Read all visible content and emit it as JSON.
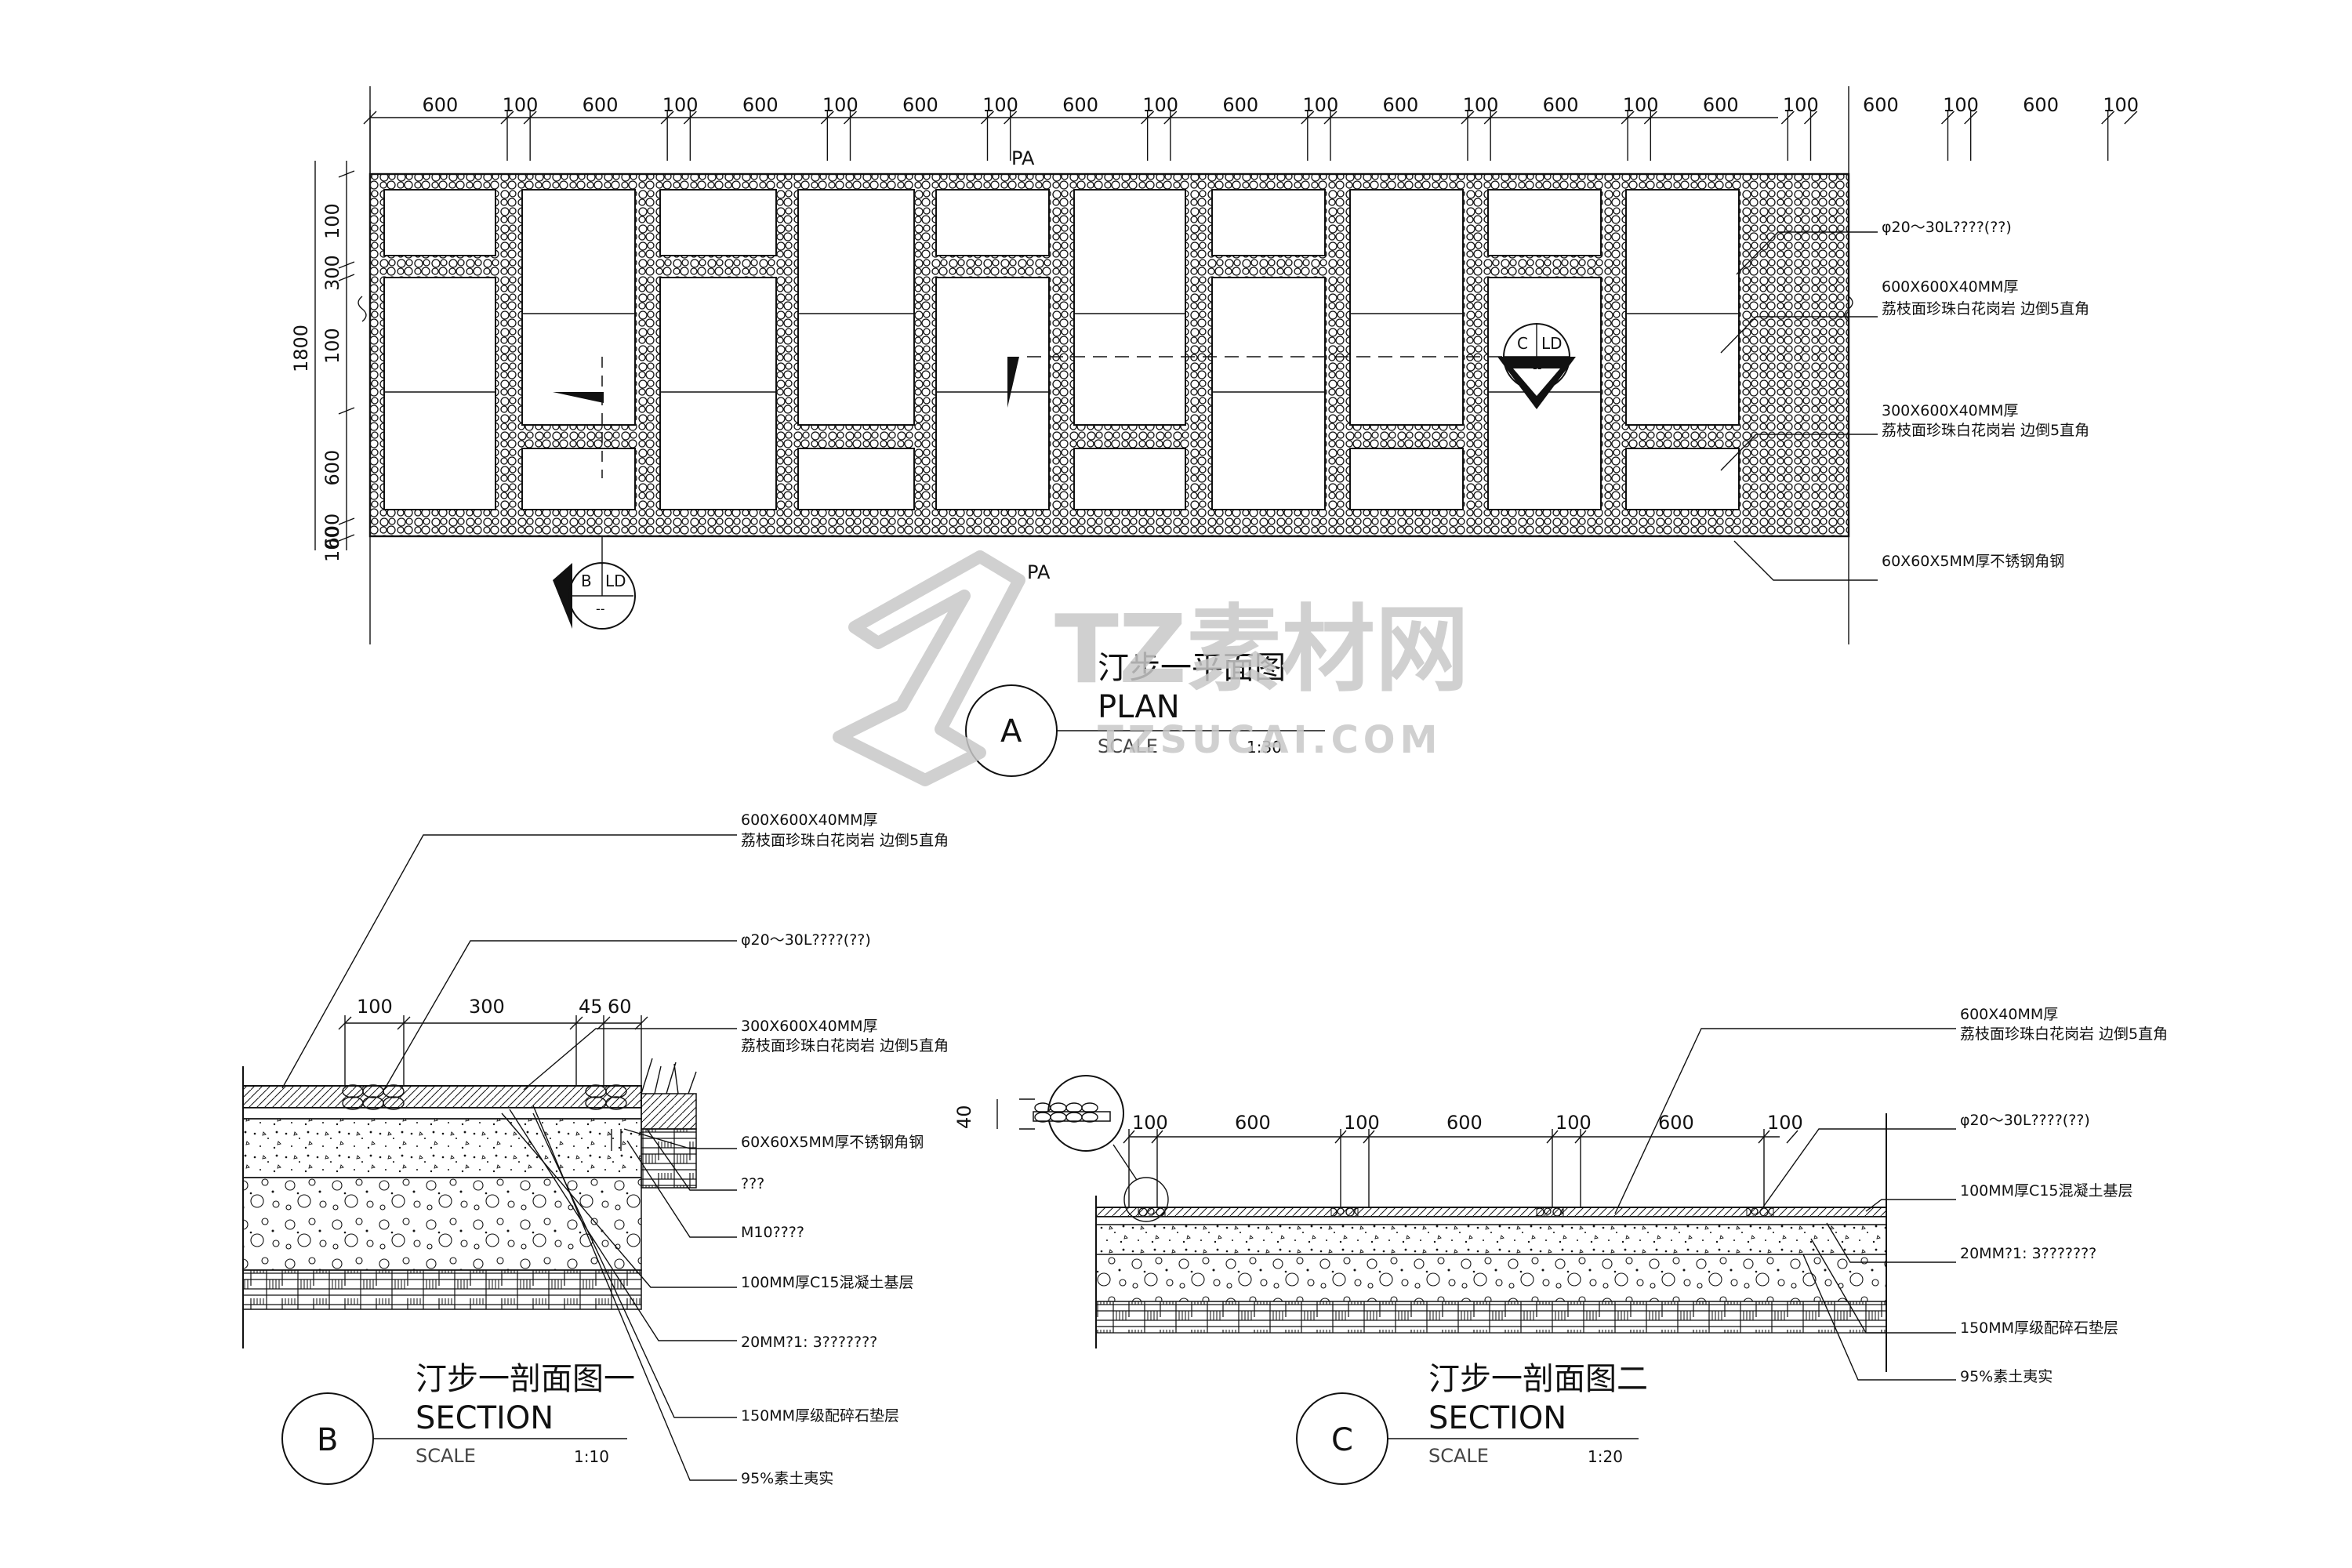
{
  "plan": {
    "dims_top": [
      "600",
      "100",
      "600",
      "100",
      "600",
      "100",
      "600",
      "100",
      "600",
      "100",
      "600",
      "100",
      "600",
      "100",
      "600",
      "100",
      "600",
      "100",
      "600",
      "100",
      "600",
      "100"
    ],
    "dims_left": [
      "100",
      "300",
      "100",
      "600",
      "600",
      "100"
    ],
    "dim_total": "1800",
    "pa_label": "PA",
    "section_b": {
      "letter": "B",
      "ref": "LD",
      "dash": "--"
    },
    "section_c": {
      "letter": "C",
      "ref": "LD",
      "dash": "--"
    },
    "callouts": [
      "φ20～30L????(??)",
      "600X600X40MM厚",
      "荔枝面珍珠白花岗岩 边倒5直角",
      "300X600X40MM厚",
      "荔枝面珍珠白花岗岩 边倒5直角",
      "60X60X5MM厚不锈钢角钢"
    ],
    "title_cn": "汀步一平面图",
    "title_en": "PLAN",
    "circle": "A",
    "scale_label": "SCALE",
    "scale": "1:30"
  },
  "section1": {
    "dims": [
      "100",
      "300",
      "45",
      "60"
    ],
    "callouts": [
      "600X600X40MM厚",
      "荔枝面珍珠白花岗岩 边倒5直角",
      "φ20～30L????(??)",
      "300X600X40MM厚",
      "荔枝面珍珠白花岗岩 边倒5直角",
      "60X60X5MM厚不锈钢角钢",
      "???",
      "M10????",
      "100MM厚C15混凝土基层",
      "20MM?1: 3???????",
      "150MM厚级配碎石垫层",
      "95%素土夷实"
    ],
    "title_cn": "汀步一剖面图一",
    "title_en": "SECTION",
    "circle": "B",
    "scale_label": "SCALE",
    "scale": "1:10"
  },
  "section2": {
    "dim_40": "40",
    "dims": [
      "100",
      "600",
      "100",
      "600",
      "100",
      "600",
      "100"
    ],
    "callouts": [
      "600X40MM厚",
      "荔枝面珍珠白花岗岩 边倒5直角",
      "φ20～30L????(??)",
      "100MM厚C15混凝土基层",
      "20MM?1: 3???????",
      "150MM厚级配碎石垫层",
      "95%素土夷实"
    ],
    "title_cn": "汀步一剖面图二",
    "title_en": "SECTION",
    "circle": "C",
    "scale_label": "SCALE",
    "scale": "1:20"
  },
  "watermark": {
    "brand": "TZ素材网",
    "url": "TZSUCAI.COM"
  }
}
